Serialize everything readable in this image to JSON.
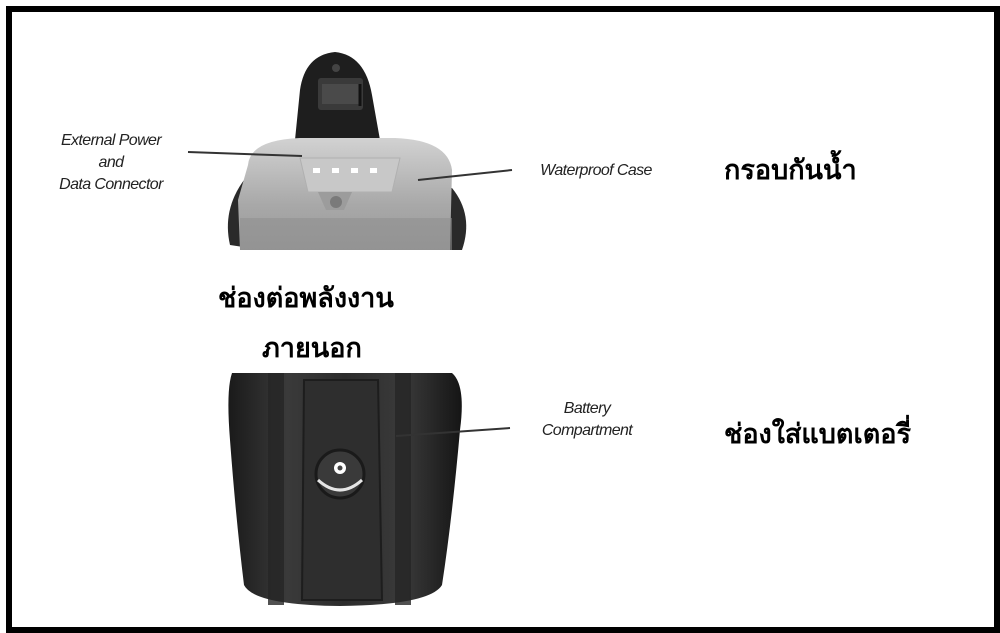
{
  "callouts": {
    "external_power": [
      "External Power",
      "and",
      "Data Connector"
    ],
    "waterproof_case": "Waterproof Case",
    "battery_compartment": [
      "Battery",
      "Compartment"
    ]
  },
  "thai_labels": {
    "waterproof_case": "กรอบกันน้ำ",
    "power_port_line1": "ช่องต่อพลังงาน",
    "power_port_line2": "ภายนอก",
    "battery_compartment": "ช่องใส่แบตเตอรี่"
  }
}
